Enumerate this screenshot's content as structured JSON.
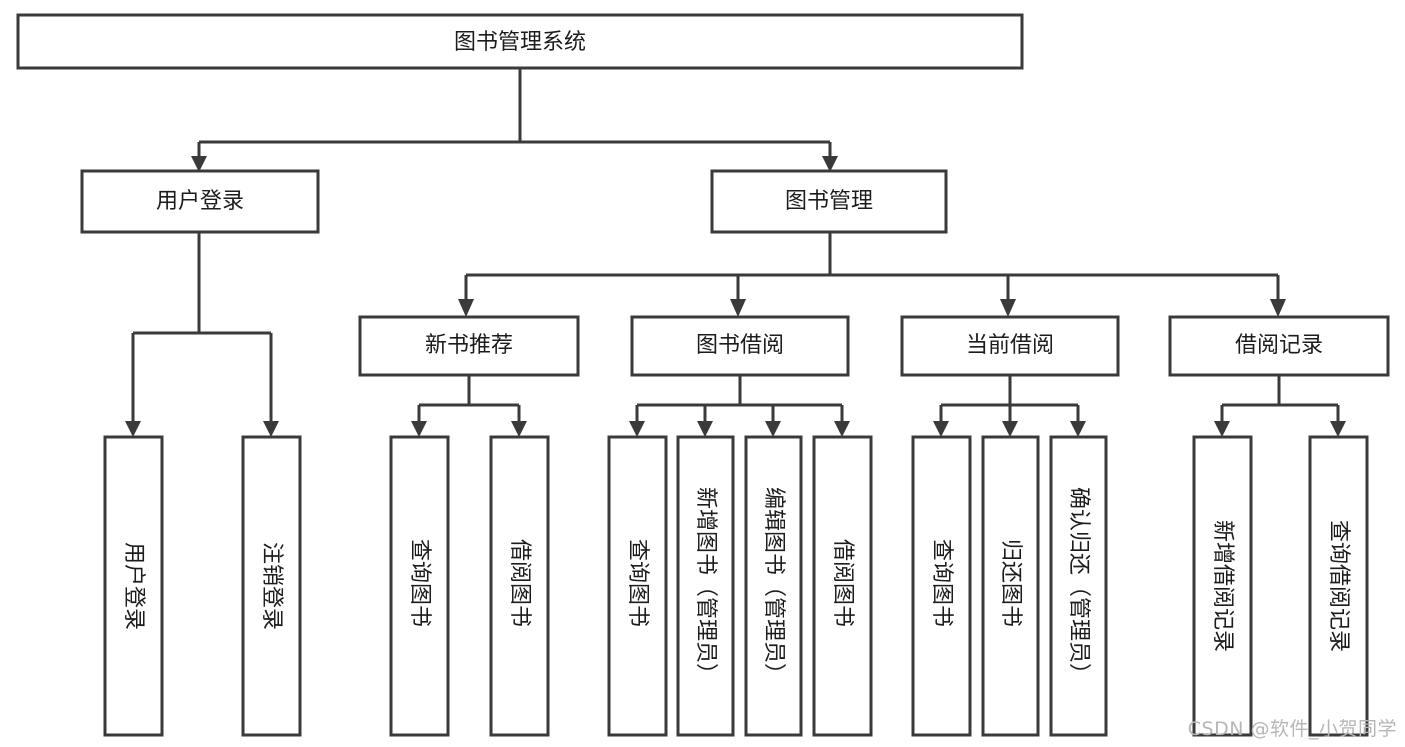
{
  "diagram": {
    "type": "tree",
    "title": "图书管理系统",
    "watermark": "CSDN @软件_小贺同学",
    "root": {
      "id": "root",
      "label": "图书管理系统",
      "orientation": "horizontal"
    },
    "level1": [
      {
        "id": "user-login",
        "label": "用户登录",
        "orientation": "horizontal"
      },
      {
        "id": "book-manage",
        "label": "图书管理",
        "orientation": "horizontal"
      }
    ],
    "level2": [
      {
        "id": "new-book-rec",
        "label": "新书推荐",
        "orientation": "horizontal",
        "parent": "book-manage"
      },
      {
        "id": "book-borrow",
        "label": "图书借阅",
        "orientation": "horizontal",
        "parent": "book-manage"
      },
      {
        "id": "current-borrow",
        "label": "当前借阅",
        "orientation": "horizontal",
        "parent": "book-manage"
      },
      {
        "id": "borrow-record",
        "label": "借阅记录",
        "orientation": "horizontal",
        "parent": "book-manage"
      }
    ],
    "leaves": [
      {
        "id": "leaf-user-login",
        "label": "用户登录",
        "orientation": "vertical",
        "parent": "user-login"
      },
      {
        "id": "leaf-logout",
        "label": "注销登录",
        "orientation": "vertical",
        "parent": "user-login"
      },
      {
        "id": "leaf-query-book-1",
        "label": "查询图书",
        "orientation": "vertical",
        "parent": "new-book-rec"
      },
      {
        "id": "leaf-borrow-book-1",
        "label": "借阅图书",
        "orientation": "vertical",
        "parent": "new-book-rec"
      },
      {
        "id": "leaf-query-book-2",
        "label": "查询图书",
        "orientation": "vertical",
        "parent": "book-borrow"
      },
      {
        "id": "leaf-add-book",
        "label": "新增图书（管理员）",
        "orientation": "vertical",
        "parent": "book-borrow"
      },
      {
        "id": "leaf-edit-book",
        "label": "编辑图书（管理员）",
        "orientation": "vertical",
        "parent": "book-borrow"
      },
      {
        "id": "leaf-borrow-book-2",
        "label": "借阅图书",
        "orientation": "vertical",
        "parent": "book-borrow"
      },
      {
        "id": "leaf-query-book-3",
        "label": "查询图书",
        "orientation": "vertical",
        "parent": "current-borrow"
      },
      {
        "id": "leaf-return-book",
        "label": "归还图书",
        "orientation": "vertical",
        "parent": "current-borrow"
      },
      {
        "id": "leaf-confirm-return",
        "label": "确认归还（管理员）",
        "orientation": "vertical",
        "parent": "current-borrow"
      },
      {
        "id": "leaf-add-record",
        "label": "新增借阅记录",
        "orientation": "vertical",
        "parent": "borrow-record"
      },
      {
        "id": "leaf-query-record",
        "label": "查询借阅记录",
        "orientation": "vertical",
        "parent": "borrow-record"
      }
    ],
    "colors": {
      "box_fill": "#ffffff",
      "box_stroke": "#3a3a3a",
      "text": "#1c1c1c",
      "connector": "#3a3a3a",
      "watermark": "#b6b6b6",
      "background": "#ffffff"
    }
  }
}
